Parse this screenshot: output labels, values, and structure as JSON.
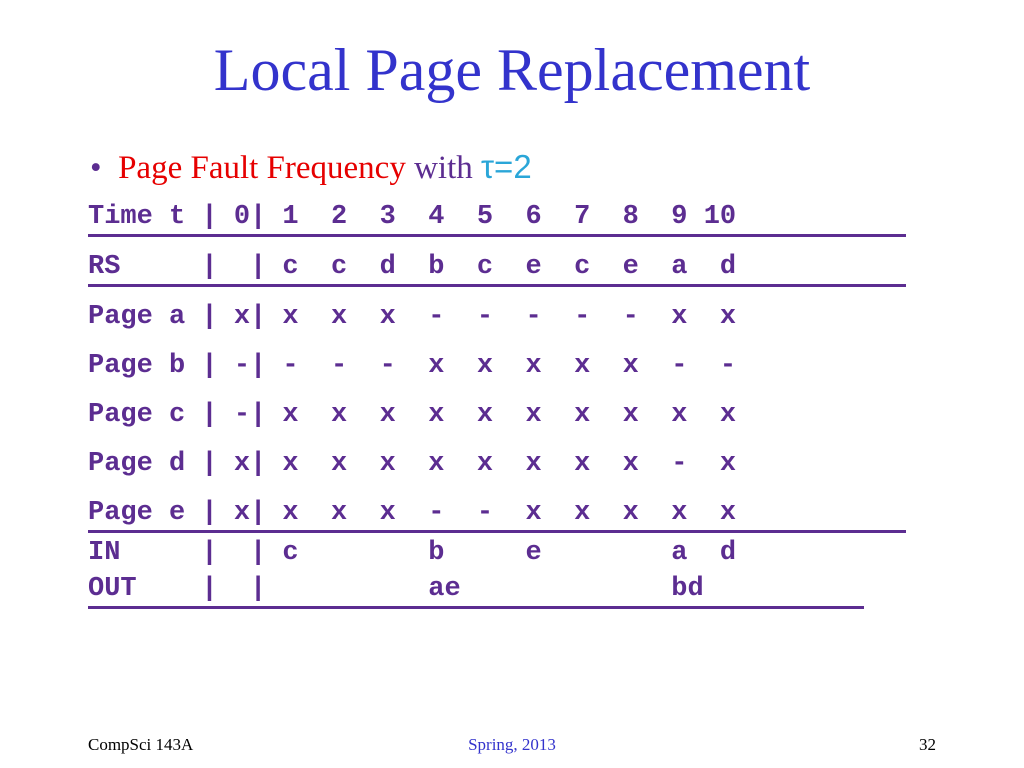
{
  "slide": {
    "title": "Local Page Replacement",
    "bullet": {
      "marker": "•",
      "term": "Page Fault Frequency",
      "connector": "with",
      "param": "τ=2"
    },
    "table_rows": [
      "Time t | 0| 1  2  3  4  5  6  7  8  9 10",
      "RS     |  | c  c  d  b  c  e  c  e  a  d",
      "Page a | x| x  x  x  -  -  -  -  -  x  x",
      "Page b | -| -  -  -  x  x  x  x  x  -  -",
      "Page c | -| x  x  x  x  x  x  x  x  x  x",
      "Page d | x| x  x  x  x  x  x  x  x  -  x",
      "Page e | x| x  x  x  -  -  x  x  x  x  x",
      "IN     |  | c        b     e        a  d",
      "OUT    |  |          ae             bd"
    ],
    "footer": {
      "left": "CompSci 143A",
      "center": "Spring, 2013",
      "right": "32"
    },
    "colors": {
      "title": "#3333cc",
      "table": "#5c2d91",
      "highlight": "#e60000",
      "param": "#2aa6d8"
    }
  }
}
